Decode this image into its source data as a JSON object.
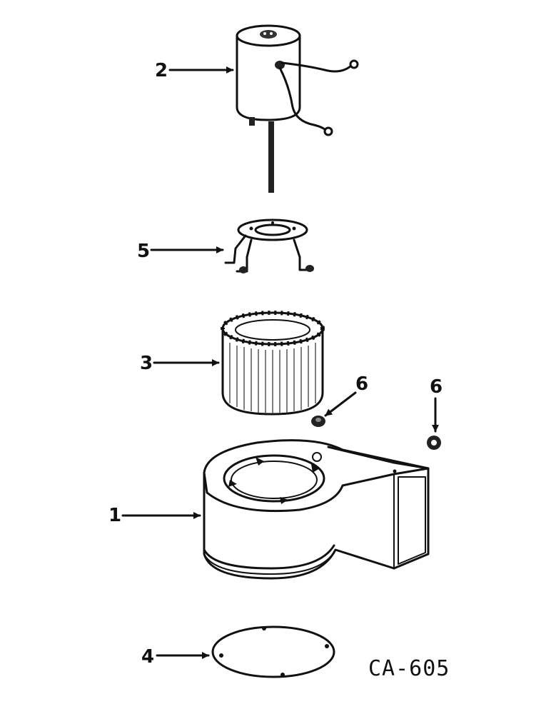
{
  "callouts": {
    "blower_housing": "1",
    "motor": "2",
    "fan_wheel": "3",
    "cover_plate": "4",
    "motor_mount": "5",
    "nut_left": "6",
    "nut_right": "6"
  },
  "figure_code": "CA-605"
}
